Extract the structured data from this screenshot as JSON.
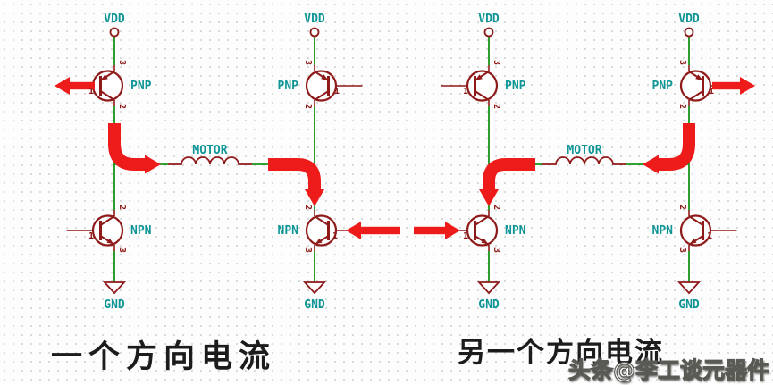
{
  "labels": {
    "vdd": "VDD",
    "gnd": "GND",
    "pnp": "PNP",
    "npn": "NPN",
    "motor": "MOTOR",
    "pin1": "1",
    "pin2": "2",
    "pin3": "3"
  },
  "panels": {
    "left": {
      "caption": "一个方向电流",
      "current_path": "VDD → left PNP → MOTOR (left to right) → right NPN → GND"
    },
    "right": {
      "caption": "另一个方向电流",
      "current_path": "VDD → right PNP → MOTOR (right to left) → left NPN → GND"
    }
  },
  "watermark": "头条@李工谈元器件",
  "colors": {
    "wire_green": "#169416",
    "symbol_maroon": "#8e1a1a",
    "label_teal": "#0f9595",
    "arrow_red": "#ee1b1b",
    "caption_black": "#1c1c1c",
    "background": "#fdfdfd"
  }
}
